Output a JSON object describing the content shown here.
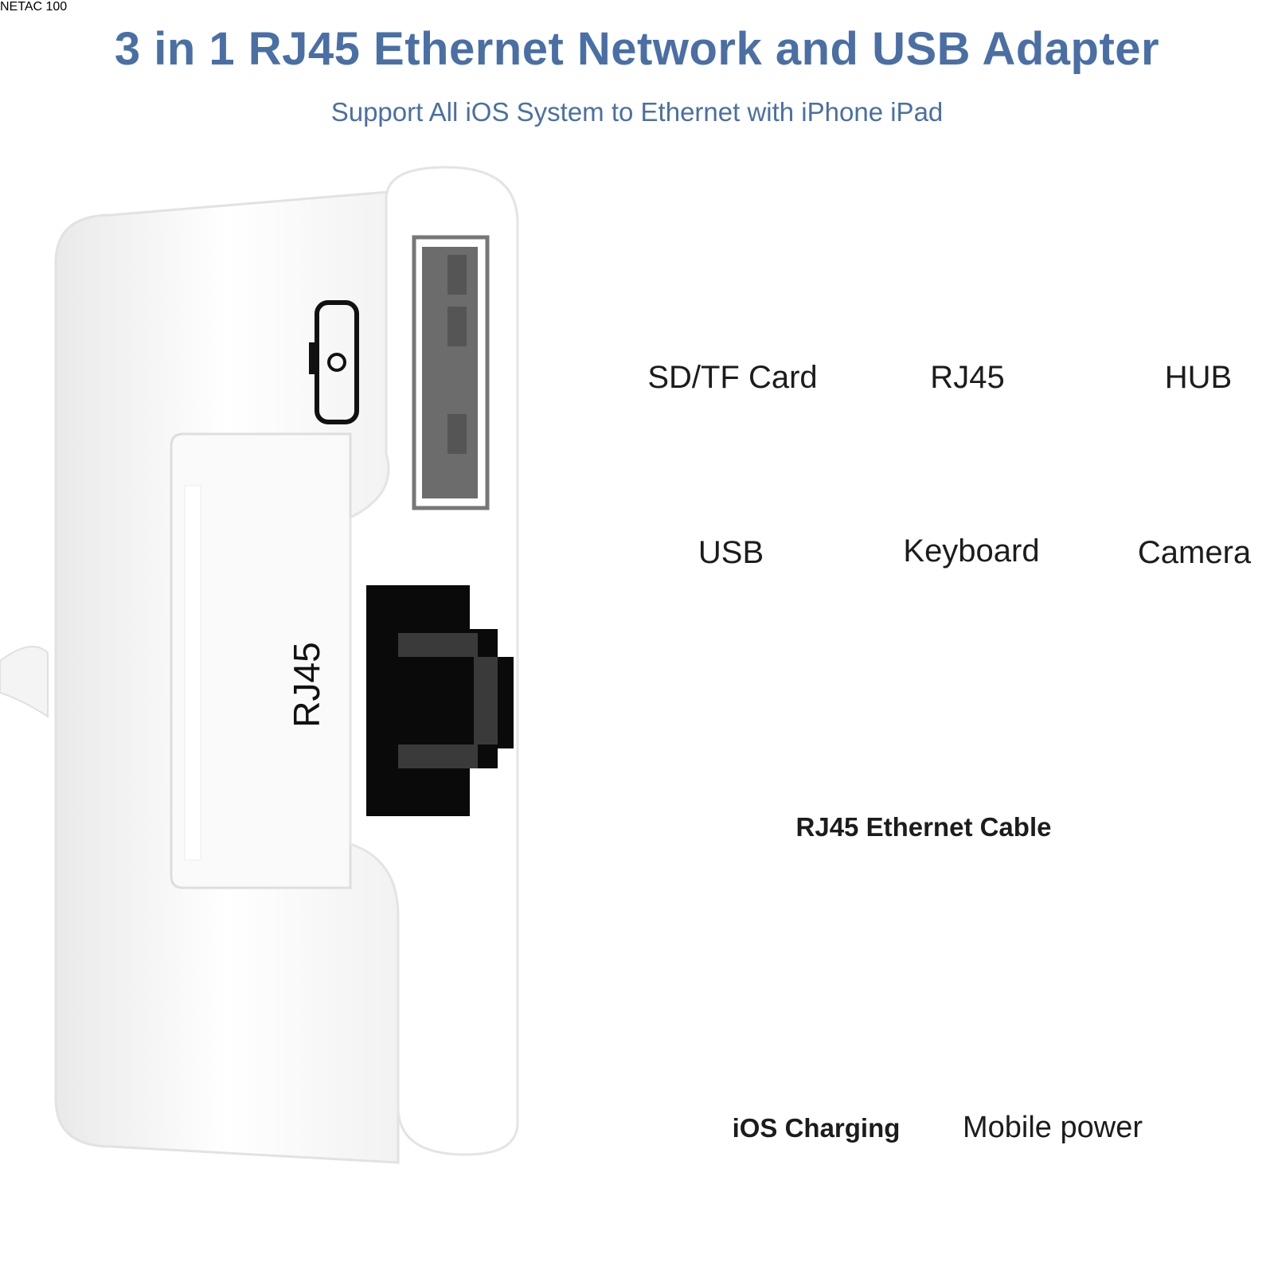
{
  "header": {
    "title": "3 in 1 RJ45 Ethernet Network and USB Adapter",
    "subtitle": "Support All iOS System to Ethernet with iPhone iPad"
  },
  "adapter": {
    "side_label": "RJ45",
    "ports": [
      "usb-port",
      "rj45-port",
      "lightning-port"
    ]
  },
  "usb_devices": [
    {
      "label": "SD/TF Card",
      "icon": "card-reader-icon"
    },
    {
      "label": "RJ45",
      "icon": "usb-ethernet-dongle-icon"
    },
    {
      "label": "HUB",
      "icon": "usb-hub-icon"
    },
    {
      "label": "USB",
      "icon": "usb-flash-drive-icon"
    },
    {
      "label": "Keyboard",
      "icon": "keyboard-icon"
    },
    {
      "label": "Camera",
      "icon": "camera-icon"
    }
  ],
  "ethernet": {
    "label": "RJ45 Ethernet Cable",
    "icon": "ethernet-cable-icon"
  },
  "charging": [
    {
      "label": "iOS Charging",
      "icon": "power-adapter-icon"
    },
    {
      "label": "Mobile power",
      "icon": "power-bank-icon"
    }
  ],
  "colors": {
    "title": "#4a6fa5",
    "dots": "#1f8fd6",
    "device": "#1c1c1c",
    "adapter_body": "#ffffff"
  }
}
